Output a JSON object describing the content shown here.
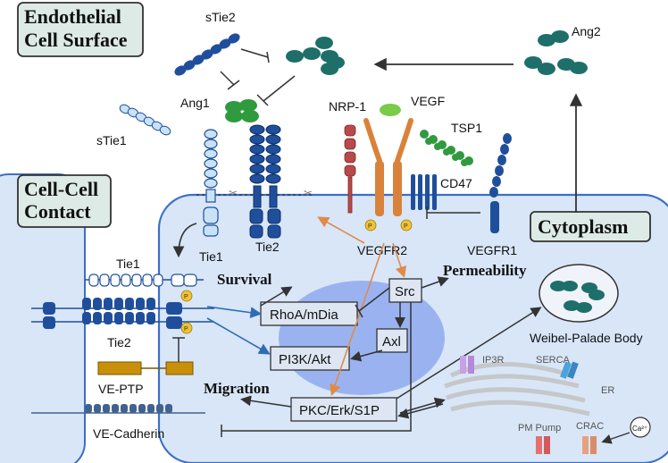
{
  "titles": {
    "endothelial_line1": "Endothelial",
    "endothelial_line2": "Cell Surface",
    "cellcell_line1": "Cell-Cell",
    "cellcell_line2": "Contact",
    "cytoplasm": "Cytoplasm"
  },
  "proteins": {
    "stie2": "sTie2",
    "stie1": "sTie1",
    "ang1": "Ang1",
    "ang2": "Ang2",
    "tie1_top": "Tie1",
    "tie2_top": "Tie2",
    "tie1_left": "Tie1",
    "tie2_left": "Tie2",
    "nrp1": "NRP-1",
    "vegf": "VEGF",
    "tsp1": "TSP1",
    "cd47": "CD47",
    "vegfr2": "VEGFR2",
    "vegfr1": "VEGFR1",
    "veptp": "VE-PTP",
    "vecadherin": "VE-Cadherin",
    "phospho": "P",
    "calcium": "Ca²⁺"
  },
  "pathways": {
    "rhoa": "RhoA/mDia",
    "pi3k": "PI3K/Akt",
    "src": "Src",
    "axl": "Axl",
    "pkc": "PKC/Erk/S1P"
  },
  "outcomes": {
    "survival": "Survival",
    "permeability": "Permeability",
    "migration": "Migration"
  },
  "organelles": {
    "wpb": "Weibel-Palade Body",
    "ip3r": "IP3R",
    "serca": "SERCA",
    "er": "ER",
    "pmpump": "PM Pump",
    "crac": "CRAC"
  },
  "colors": {
    "cell_fill": "#d8e6f8",
    "cell_stroke": "#3d6fc4",
    "nucleus": "#8fa9ee",
    "tie_dark": "#1f4f9c",
    "tie_light": "#c9e2f6",
    "ang_teal": "#1e6f6a",
    "ang1_green": "#2f9a3e",
    "vegfr_orange": "#d9823b",
    "nrp_red": "#b94a4a",
    "arrow_blue": "#2f6cb5",
    "arrow_orange": "#e08a4a",
    "label_box": "#ddeae6"
  }
}
